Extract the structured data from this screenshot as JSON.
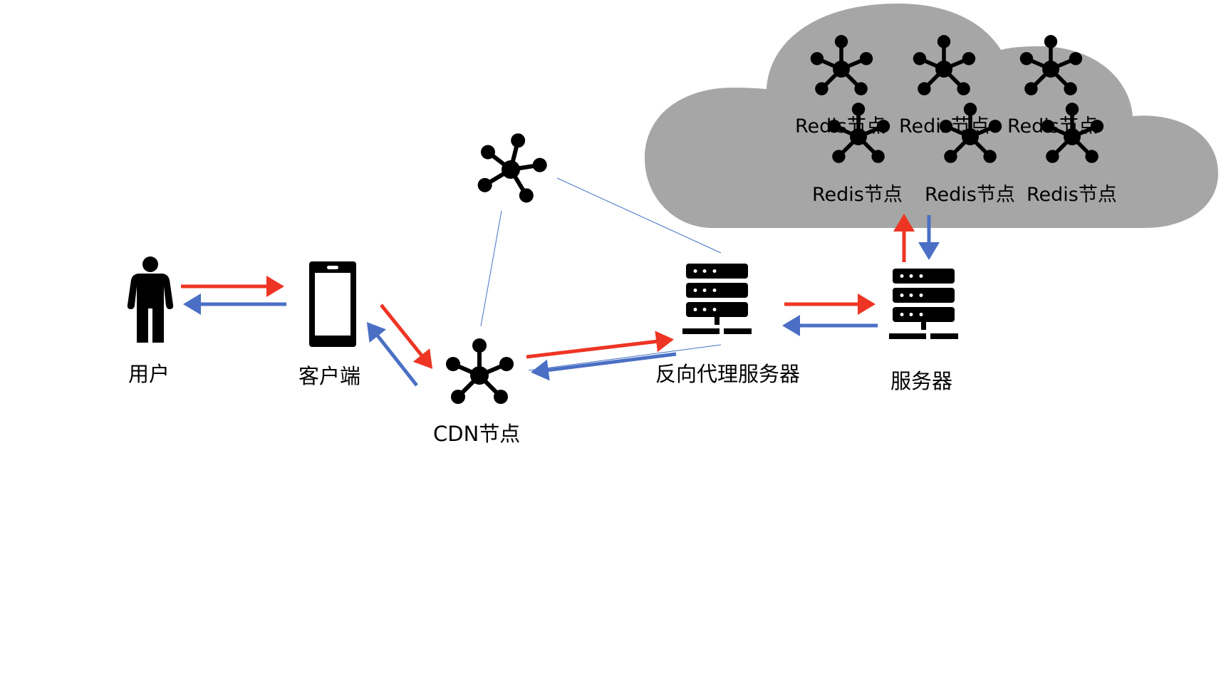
{
  "diagram": {
    "title": "",
    "colors": {
      "request_arrow": "#EE3524",
      "response_arrow": "#4A6FC4",
      "link_line": "#4472C4",
      "cloud_fill": "#A6A6A6",
      "icon": "#000000"
    },
    "nodes": {
      "user": {
        "label": "用户",
        "icon": "person-icon"
      },
      "client": {
        "label": "客户端",
        "icon": "smartphone-icon"
      },
      "cdn": {
        "label": "CDN节点",
        "icon": "network-hub-icon"
      },
      "cdn_peer": {
        "label": "",
        "icon": "network-hub-icon"
      },
      "reverse_proxy": {
        "label": "反向代理服务器",
        "icon": "server-icon"
      },
      "server": {
        "label": "服务器",
        "icon": "server-icon"
      }
    },
    "redis_cluster": {
      "container": "cloud",
      "top_row": [
        {
          "label": "Redis节点",
          "icon": "network-hub-icon"
        },
        {
          "label": "Redis节点",
          "icon": "network-hub-icon"
        },
        {
          "label": "Redis节点",
          "icon": "network-hub-icon"
        }
      ],
      "bottom_row": [
        {
          "label": "Redis节点",
          "icon": "network-hub-icon"
        },
        {
          "label": "Redis节点",
          "icon": "network-hub-icon"
        },
        {
          "label": "Redis节点",
          "icon": "network-hub-icon"
        }
      ]
    },
    "edges": [
      {
        "from": "user",
        "to": "client",
        "kind": "request",
        "color": "red"
      },
      {
        "from": "client",
        "to": "user",
        "kind": "response",
        "color": "blue"
      },
      {
        "from": "client",
        "to": "cdn",
        "kind": "request",
        "color": "red"
      },
      {
        "from": "cdn",
        "to": "client",
        "kind": "response",
        "color": "blue"
      },
      {
        "from": "cdn",
        "to": "reverse_proxy",
        "kind": "request",
        "color": "red"
      },
      {
        "from": "reverse_proxy",
        "to": "cdn",
        "kind": "response",
        "color": "blue"
      },
      {
        "from": "reverse_proxy",
        "to": "server",
        "kind": "request",
        "color": "red"
      },
      {
        "from": "server",
        "to": "reverse_proxy",
        "kind": "response",
        "color": "blue"
      },
      {
        "from": "server",
        "to": "redis_cluster",
        "kind": "request",
        "color": "red"
      },
      {
        "from": "redis_cluster",
        "to": "server",
        "kind": "response",
        "color": "blue"
      },
      {
        "from": "cdn",
        "to": "cdn_peer",
        "kind": "link",
        "color": "thin-blue"
      },
      {
        "from": "cdn_peer",
        "to": "reverse_proxy",
        "kind": "link",
        "color": "thin-blue"
      },
      {
        "from": "reverse_proxy",
        "to": "cdn",
        "kind": "link",
        "color": "thin-blue"
      }
    ]
  }
}
